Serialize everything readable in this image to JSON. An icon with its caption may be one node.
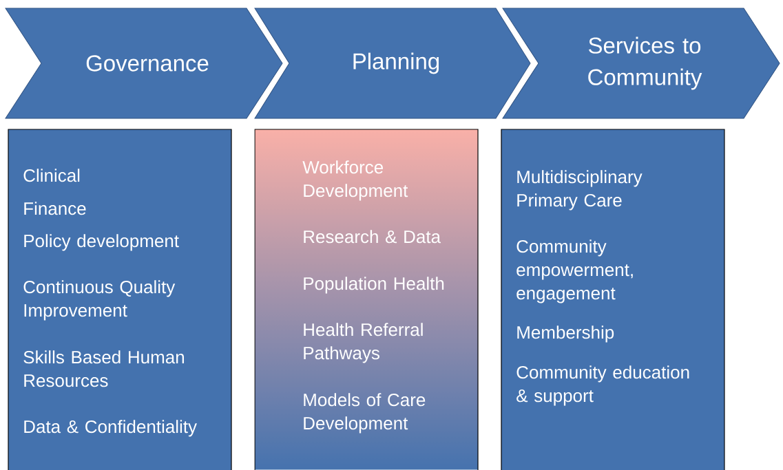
{
  "diagram": {
    "nodes": [
      {
        "text": [
          "Governance"
        ]
      },
      {
        "text": [
          "Planning"
        ]
      },
      {
        "text": [
          "Services to Community"
        ]
      },
      {
        "text": [
          "Clinical",
          "Finance",
          "Policy development",
          "Continuous Quality Improvement",
          "Skills Based Human Resources",
          "Data & Confidentiality"
        ]
      },
      {
        "text": [
          "Workforce Development",
          "Research & Data",
          "Population Health",
          "Health Referral Pathways",
          "Models of Care Development"
        ]
      },
      {
        "text": [
          "Multidisciplinary Primary Care",
          "Community empowerment, engagement",
          "Membership",
          "Community education & support"
        ]
      }
    ],
    "edges": []
  }
}
